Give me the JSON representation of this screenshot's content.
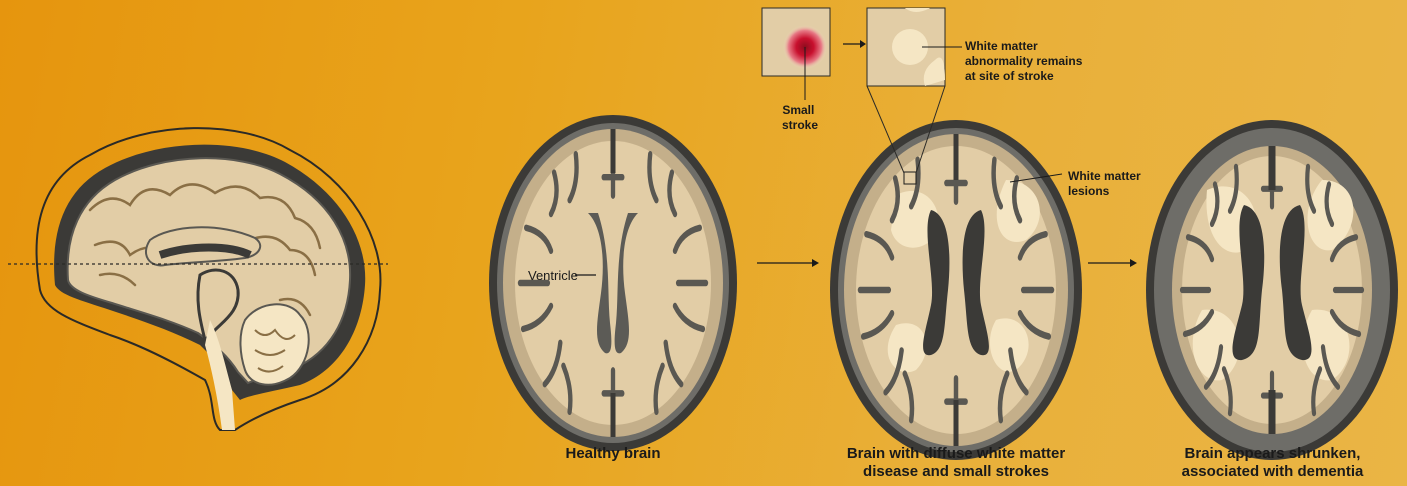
{
  "labels": {
    "ventricle": "Ventricle",
    "small_stroke": [
      "Small",
      "stroke"
    ],
    "wm_abnormality": [
      "White matter",
      "abnormality remains",
      "at site of stroke"
    ],
    "wm_lesions": [
      "White matter",
      "lesions"
    ]
  },
  "captions": {
    "healthy": [
      "Healthy brain"
    ],
    "diffuse": [
      "Brain with diffuse white matter",
      "disease and small strokes"
    ],
    "shrunken": [
      "Brain appears shrunken,",
      "associated with dementia"
    ]
  },
  "colors": {
    "skull_dark": "#3B3A37",
    "skull_mid": "#6E6D68",
    "grey_matter": "#C4AF8A",
    "white_matter": "#E2CDA6",
    "lesion": "#F5E6C4",
    "ventricle": "#5C5B56",
    "stroke_red": "#C8102E"
  }
}
